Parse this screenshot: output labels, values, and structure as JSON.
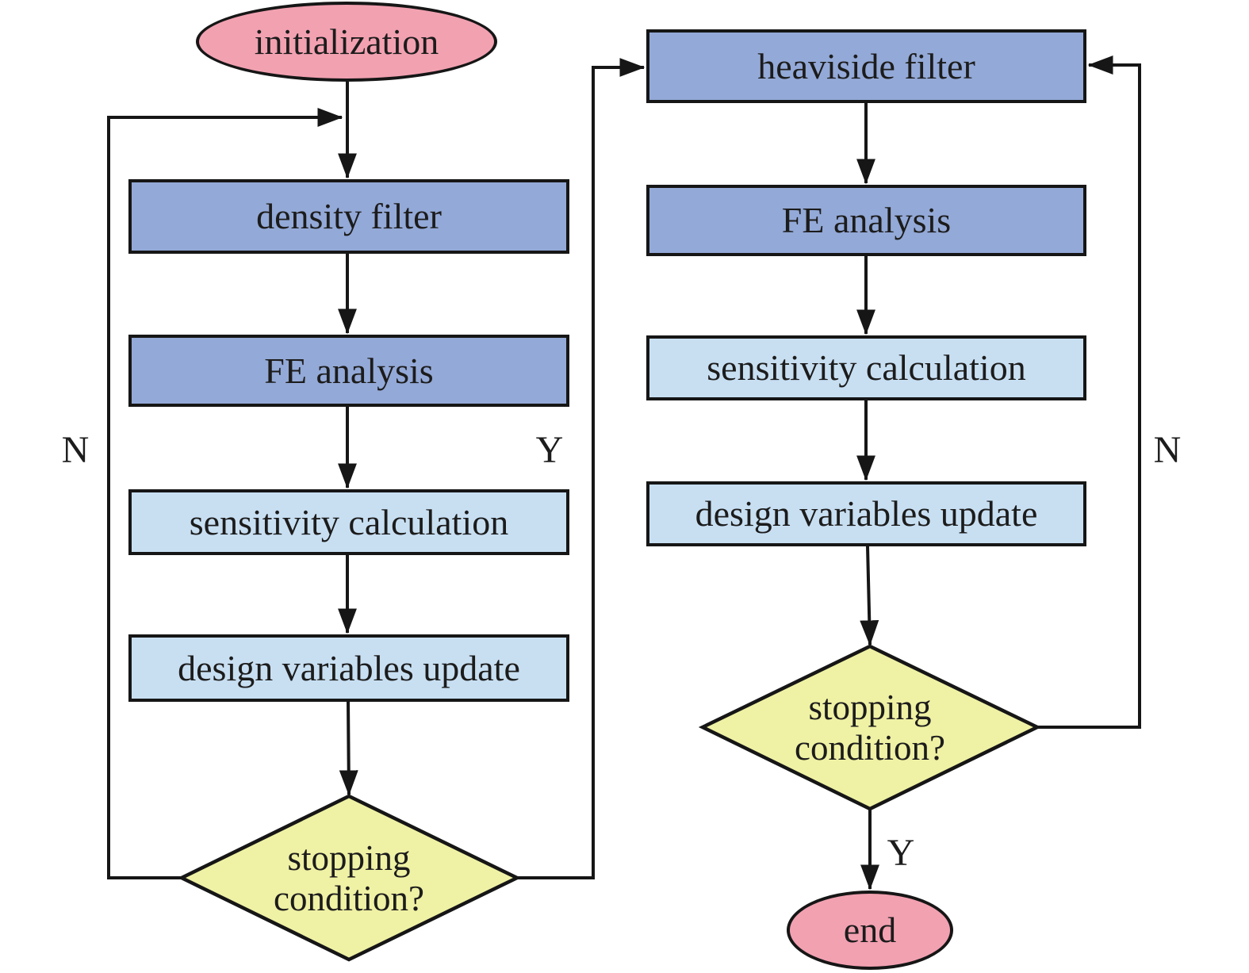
{
  "colors": {
    "terminal_fill": "#F2A1B1",
    "process_primary_fill": "#93A9D7",
    "process_secondary_fill": "#C8DFF2",
    "decision_fill": "#EFF1A4",
    "stroke": "#161616",
    "text": "#1c1c1c",
    "background": "#FFFFFF"
  },
  "left_column": {
    "start_label": "initialization",
    "steps": [
      {
        "label": "density filter"
      },
      {
        "label": "FE analysis"
      },
      {
        "label": "sensitivity calculation"
      },
      {
        "label": "design variables update"
      }
    ],
    "decision_label": "stopping condition?",
    "no_label": "N",
    "yes_label": "Y"
  },
  "right_column": {
    "steps": [
      {
        "label": "heaviside filter"
      },
      {
        "label": "FE analysis"
      },
      {
        "label": "sensitivity calculation"
      },
      {
        "label": "design variables update"
      }
    ],
    "decision_label": "stopping condition?",
    "no_label": "N",
    "yes_label": "Y",
    "end_label": "end"
  }
}
